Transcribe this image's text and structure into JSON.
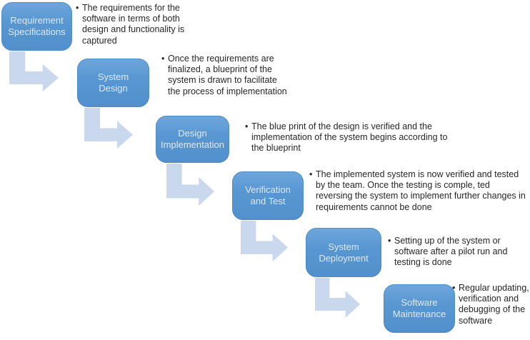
{
  "diagram": {
    "name": "waterfall-model-stages",
    "bullet_char": "•",
    "colors": {
      "box_fill": "#5997d2",
      "box_fill_top": "#6ea6db",
      "box_border": "#4d8cc7",
      "box_text": "#dde9f5",
      "arrow_fill": "#c9d8ed",
      "body_text": "#262626",
      "background": "#ffffff"
    },
    "stages": [
      {
        "label": "Requirement Specifications",
        "description": "The requirements for the software in terms of both design and functionality is captured"
      },
      {
        "label": "System Design",
        "description": "Once the requirements are finalized, a blueprint of the system is drawn to facilitate the process of implementation"
      },
      {
        "label": "Design Implementation",
        "description": "The blue print of the design is verified and the implementation of the system begins according to the blueprint"
      },
      {
        "label": "Verification and Test",
        "description": "The implemented system is now verified and tested by the team. Once the testing is comple, ted reversing the system to implement further changes in requirements cannot be done"
      },
      {
        "label": "System Deployment",
        "description": "Setting up of the system or software after a pilot run and testing is done"
      },
      {
        "label": "Software Maintenance",
        "description": "Regular updating, verification and debugging of the software"
      }
    ]
  }
}
